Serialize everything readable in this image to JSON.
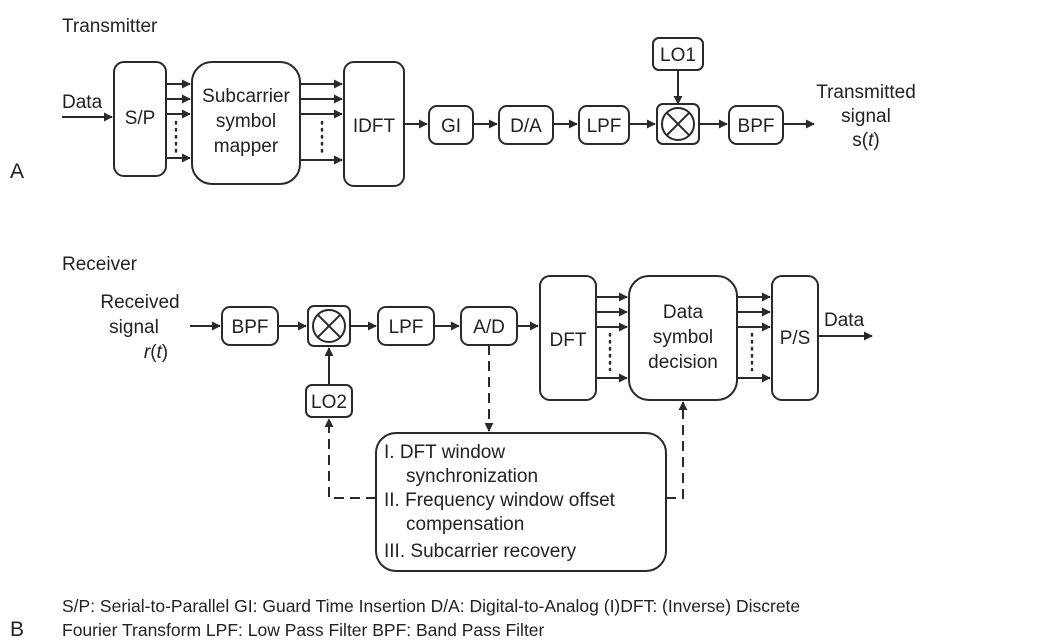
{
  "transmitter": {
    "title": "Transmitter",
    "panel": "A",
    "input_label": "Data",
    "blocks": {
      "sp": "S/P",
      "mapper": [
        "Subcarrier",
        "symbol",
        "mapper"
      ],
      "idft": "IDFT",
      "gi": "GI",
      "da": "D/A",
      "lpf": "LPF",
      "lo": "LO1",
      "bpf": "BPF"
    },
    "output_label": [
      "Transmitted",
      "signal"
    ],
    "output_var": "s",
    "output_arg": "t"
  },
  "receiver": {
    "title": "Receiver",
    "input_label": [
      "Received",
      "signal"
    ],
    "input_var": "r",
    "input_arg": "t",
    "blocks": {
      "bpf": "BPF",
      "lpf": "LPF",
      "ad": "A/D",
      "dft": "DFT",
      "decision": [
        "Data",
        "symbol",
        "decision"
      ],
      "ps": "P/S",
      "lo": "LO2"
    },
    "output_label": "Data",
    "sync": [
      "I. DFT window",
      "synchronization",
      "II. Frequency window offset",
      "compensation",
      "III. Subcarrier recovery"
    ]
  },
  "legend": {
    "panel": "B",
    "line1": "S/P: Serial-to-Parallel  GI: Guard Time Insertion  D/A: Digital-to-Analog  (I)DFT: (Inverse) Discrete",
    "line2": "Fourier Transform  LPF: Low Pass Filter  BPF: Band Pass Filter"
  }
}
